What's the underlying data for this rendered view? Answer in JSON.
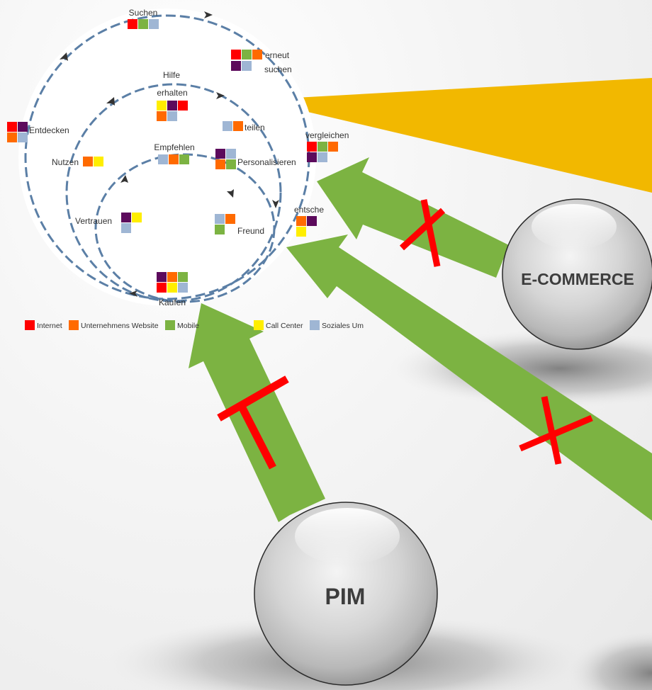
{
  "colors": {
    "internet": "#ff0000",
    "website": "#ff6a00",
    "mobile": "#7cb342",
    "purple": "#5c0a5c",
    "callcenter": "#ffee00",
    "social": "#9fb6d4",
    "arrow_green": "#7cb342",
    "cross_red": "#ff0000",
    "beam_yellow": "#f2b800",
    "ring_blue": "#5b7fa6"
  },
  "cycle": {
    "outer": {
      "suchen": "Suchen",
      "erneut_1": "erneut",
      "erneut_2": "suchen",
      "vergleichen": "vergleichen",
      "entscheiden": "entsche",
      "kaufen": "Kaufen",
      "entdecken": "Entdecken"
    },
    "middle": {
      "hilfe_1": "Hilfe",
      "hilfe_2": "erhalten",
      "teilen": "teilen",
      "personalisieren": "Personalisieren",
      "nutzen": "Nutzen"
    },
    "inner": {
      "empfehlen": "Empfehlen",
      "freund": "Freund",
      "vertrauen": "Vertrauen"
    }
  },
  "legend": [
    {
      "label": "Internet",
      "color": "#ff0000"
    },
    {
      "label": "Unternehmens Website",
      "color": "#ff6a00"
    },
    {
      "label": "Mobile",
      "color": "#7cb342"
    },
    {
      "label": "Call Center",
      "color": "#ffee00"
    },
    {
      "label": "Soziales Um",
      "color": "#9fb6d4"
    }
  ],
  "spheres": {
    "pim": "PIM",
    "ecommerce": "E-COMMERCE"
  }
}
